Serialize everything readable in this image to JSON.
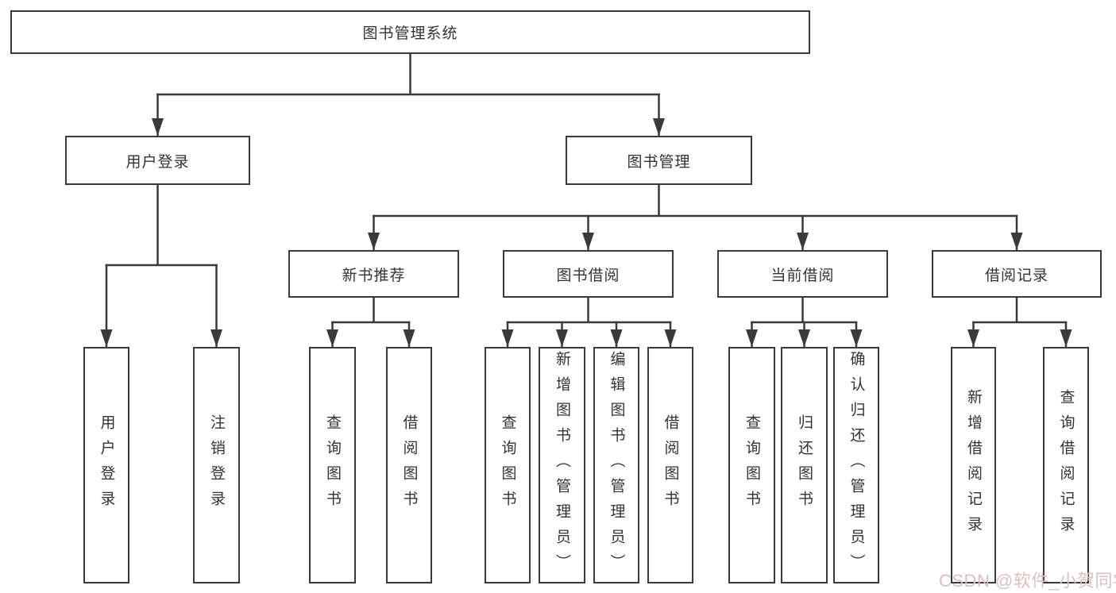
{
  "diagram": {
    "root": {
      "label": "图书管理系统"
    },
    "branches": [
      {
        "label": "用户登录",
        "children": [
          {
            "label": "用户登录"
          },
          {
            "label": "注销登录"
          }
        ]
      },
      {
        "label": "图书管理",
        "children": [
          {
            "label": "新书推荐",
            "children": [
              {
                "label": "查询图书"
              },
              {
                "label": "借阅图书"
              }
            ]
          },
          {
            "label": "图书借阅",
            "children": [
              {
                "label": "查询图书"
              },
              {
                "label": "新增图书（管理员）"
              },
              {
                "label": "编辑图书（管理员）"
              },
              {
                "label": "借阅图书"
              }
            ]
          },
          {
            "label": "当前借阅",
            "children": [
              {
                "label": "查询图书"
              },
              {
                "label": "归还图书"
              },
              {
                "label": "确认归还（管理员）"
              }
            ]
          },
          {
            "label": "借阅记录",
            "children": [
              {
                "label": "新增借阅记录"
              },
              {
                "label": "查询借阅记录"
              }
            ]
          }
        ]
      }
    ]
  },
  "watermark": {
    "text": "CSDN @软件_小贺同学"
  },
  "colors": {
    "line": "#3a3a3a",
    "text": "#333333",
    "background": "#ffffff",
    "watermark": "#dcbfc3"
  }
}
